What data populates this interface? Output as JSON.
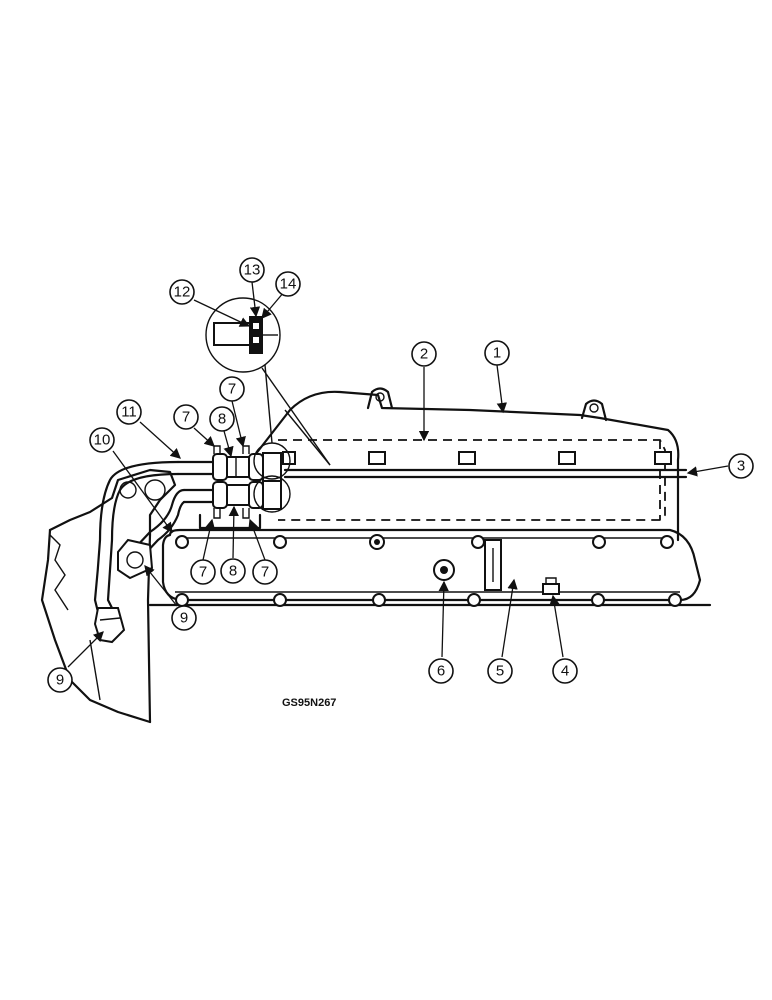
{
  "figure_code": "GS95N267",
  "callouts": {
    "c1": "1",
    "c2": "2",
    "c3": "3",
    "c4": "4",
    "c5": "5",
    "c6": "6",
    "c7a": "7",
    "c7b": "7",
    "c7c": "7",
    "c7d": "7",
    "c8a": "8",
    "c8b": "8",
    "c9a": "9",
    "c9b": "9",
    "c10": "10",
    "c11": "11",
    "c12": "12",
    "c13": "13",
    "c14": "14"
  }
}
